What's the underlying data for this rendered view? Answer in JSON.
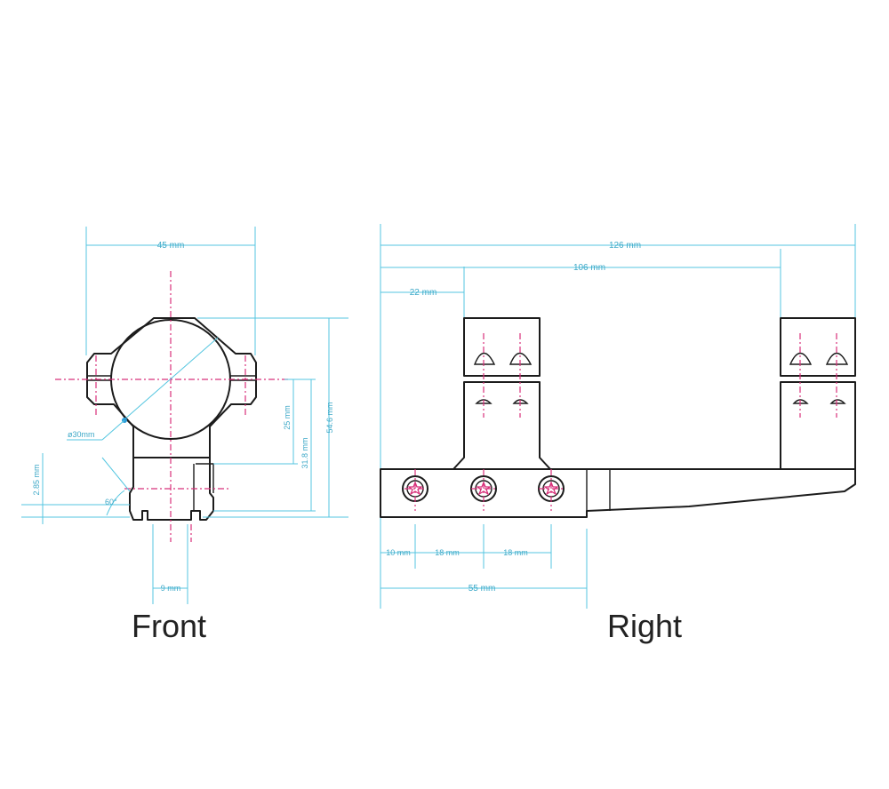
{
  "labels": {
    "front": "Front",
    "right": "Right"
  },
  "front_dims": {
    "width": "45 mm",
    "ring_diameter": "ø30mm",
    "center_height": "25 mm",
    "center_height_total": "31.8 mm",
    "overall_height": "54.6 mm",
    "base_height": "2.85 mm",
    "angle": "60°",
    "rail_width": "9 mm"
  },
  "right_dims": {
    "overall_length": "126 mm",
    "ring_spacing": "106 mm",
    "ring_offset": "22 mm",
    "first_screw": "10 mm",
    "screw_pitch_1": "18 mm",
    "screw_pitch_2": "18 mm",
    "base_length": "55 mm"
  },
  "colors": {
    "outline": "#1c1c1c",
    "dimension": "#54c6e0",
    "centerline": "#d8307a"
  }
}
